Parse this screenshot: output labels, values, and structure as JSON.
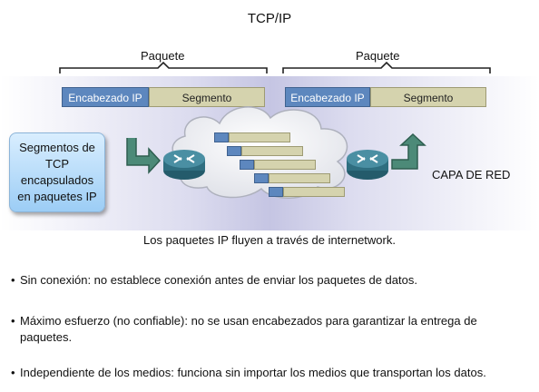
{
  "title": "TCP/IP",
  "packets": [
    {
      "label": "Paquete",
      "header": "Encabezado IP",
      "segment": "Segmento"
    },
    {
      "label": "Paquete",
      "header": "Encabezado IP",
      "segment": "Segmento"
    }
  ],
  "callout": {
    "lines": [
      "Segmentos de",
      "TCP",
      "encapsulados",
      "en paquetes IP"
    ]
  },
  "network_layer_label": "CAPA DE RED",
  "caption": "Los paquetes IP fluyen a través de internetwork.",
  "bullets": [
    "Sin conexión: no establece conexión antes de enviar los paquetes de datos.",
    "Máximo esfuerzo (no confiable): no se usan encabezados para garantizar la entrega de paquetes.",
    "Independiente de los medios: funciona sin importar los medios que transportan los datos."
  ],
  "colors": {
    "ip_header": "#5d87be",
    "segment": "#d5d3ae",
    "arrow": "#3f7b6b",
    "router": "#2f6e80"
  }
}
